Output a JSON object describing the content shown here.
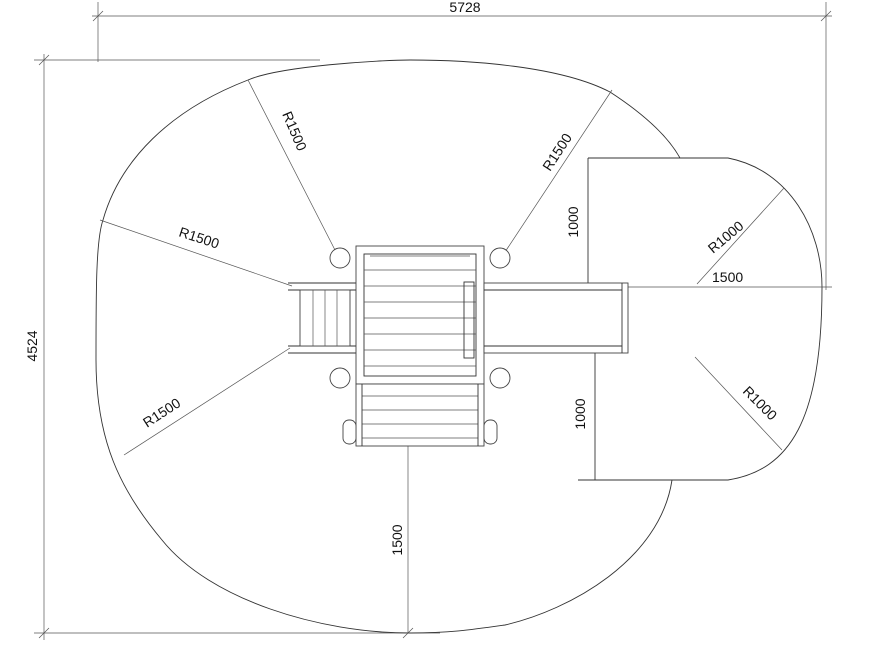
{
  "overall": {
    "width_label": "5728",
    "height_label": "4524"
  },
  "radii": {
    "r1": "R1500",
    "r2": "R1500",
    "r3": "R1500",
    "r4": "R1500",
    "r5": "R1000",
    "r6": "R1000"
  },
  "offsets": {
    "top_right": "1000",
    "bottom_right": "1000",
    "right_side": "1500",
    "bottom": "1500"
  },
  "colors": {
    "line": "#333333",
    "text": "#111111",
    "background": "#ffffff"
  }
}
